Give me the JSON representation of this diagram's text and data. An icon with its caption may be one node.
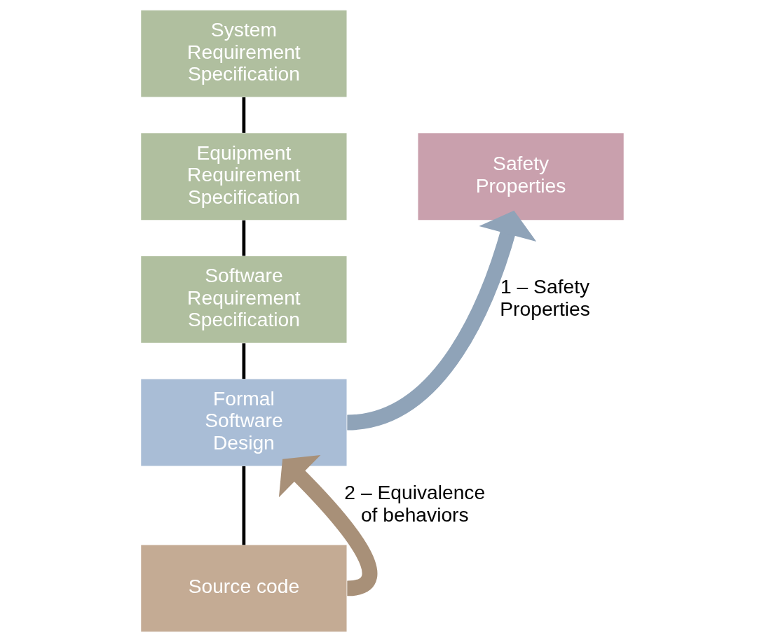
{
  "diagram": {
    "nodes": [
      {
        "text": [
          "System Requirement Specification"
        ]
      },
      {
        "text": [
          "Equipment Requirement Specification"
        ]
      },
      {
        "text": [
          "Safety Properties"
        ]
      },
      {
        "text": [
          "Software Requirement Specification"
        ]
      },
      {
        "text": [
          "Formal Software Design"
        ]
      },
      {
        "text": [
          "Source code"
        ]
      }
    ],
    "edges": [
      {
        "from": 0,
        "to": 1,
        "arrow": "none"
      },
      {
        "from": 1,
        "to": 3,
        "arrow": "none"
      },
      {
        "from": 3,
        "to": 4,
        "arrow": "none"
      },
      {
        "from": 4,
        "to": 5,
        "arrow": "none"
      },
      {
        "from": 4,
        "to": 2,
        "arrow": "to",
        "label": "1 – Safety Properties",
        "style": "thick",
        "color": "#8fa3b8"
      },
      {
        "from": 5,
        "to": 4,
        "arrow": "to",
        "label": "2 – Equivalence of behaviors",
        "style": "thick",
        "color": "#a89078"
      }
    ]
  }
}
